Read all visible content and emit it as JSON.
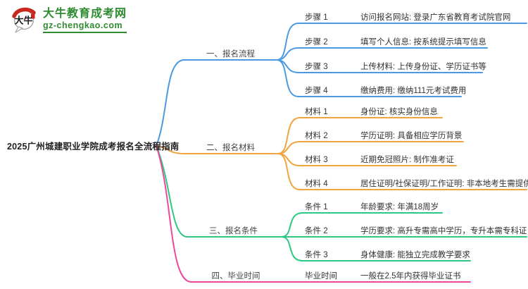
{
  "logo": {
    "icon_text": "大牛",
    "site_name": "大牛教育成考网",
    "site_url": "gz-chengkao.com"
  },
  "central_topic": "2025广州城建职业学院成考报名全流程指南",
  "colors": {
    "logo_green": "#2E8B2F",
    "logo_red": "#C8281E",
    "text": "#333333"
  },
  "branches": [
    {
      "label": "一、报名流程",
      "color": "#4A9AE3",
      "children": [
        {
          "label": "步骤 1",
          "desc": "访问报名网站: 登录广东省教育考试院官网"
        },
        {
          "label": "步骤 2",
          "desc": "填写个人信息: 按系统提示填写信息"
        },
        {
          "label": "步骤 3",
          "desc": "上传材料: 上传身份证、学历证书等"
        },
        {
          "label": "步骤 4",
          "desc": "缴纳费用: 缴纳111元考试费用"
        }
      ]
    },
    {
      "label": "二、报名材料",
      "color": "#F0A43B",
      "children": [
        {
          "label": "材料 1",
          "desc": "身份证: 核实身份信息"
        },
        {
          "label": "材料 2",
          "desc": "学历证明: 具备相应学历背景"
        },
        {
          "label": "材料 3",
          "desc": "近期免冠照片: 制作准考证"
        },
        {
          "label": "材料 4",
          "desc": "居住证明/社保证明/工作证明: 非本地考生需提供"
        }
      ]
    },
    {
      "label": "三、报名条件",
      "color": "#2EC882",
      "children": [
        {
          "label": "条件 1",
          "desc": "年龄要求: 年满18周岁"
        },
        {
          "label": "条件 2",
          "desc": "学历要求: 高升专需高中学历，专升本需专科证"
        },
        {
          "label": "条件 3",
          "desc": "身体健康: 能独立完成教学要求"
        }
      ]
    },
    {
      "label": "四、毕业时间",
      "color": "#F0479B",
      "children": [
        {
          "label": "毕业时间",
          "desc": "一般在2.5年内获得毕业证书"
        }
      ]
    }
  ]
}
